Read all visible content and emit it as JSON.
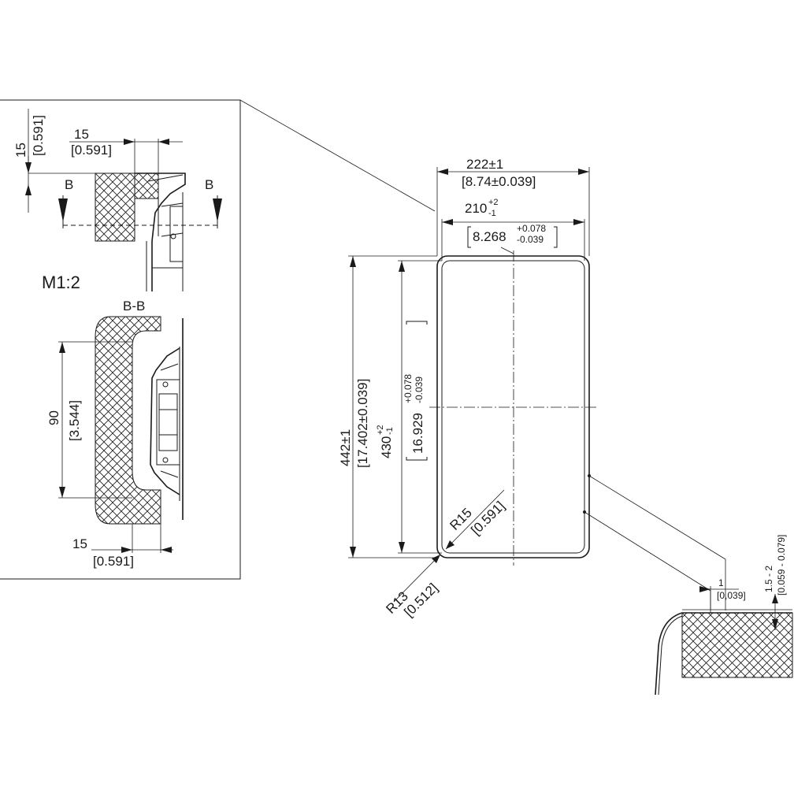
{
  "detail": {
    "scale_label": "M1:2",
    "section_mark": "B",
    "section_label": "B-B",
    "dim_top_vertical": {
      "value": "15",
      "alt": "[0.591]"
    },
    "dim_top_horizontal": {
      "value": "15",
      "alt": "[0.591]"
    },
    "dim_section_height": {
      "value": "90",
      "alt": "[3.544]"
    },
    "dim_section_bottom": {
      "value": "15",
      "alt": "[0.591]"
    }
  },
  "sink": {
    "outer_width": {
      "value": "222±1",
      "alt": "[8.74±0.039]"
    },
    "inner_width": {
      "value": "210",
      "tol_up": "+2",
      "tol_down": "-1",
      "alt_value": "8.268",
      "alt_tol_up": "+0.078",
      "alt_tol_down": "-0.039"
    },
    "outer_length": {
      "value": "442±1",
      "alt": "[17.402±0.039]"
    },
    "inner_length": {
      "value": "430",
      "tol_up": "+2",
      "tol_down": "-1",
      "alt_value": "16.929",
      "alt_tol_up": "+0.078",
      "alt_tol_down": "-0.039"
    },
    "radius_inner": {
      "value": "R15",
      "alt": "[0.591]"
    },
    "radius_outer": {
      "value": "R13",
      "alt": "[0.512]"
    }
  },
  "edge_detail": {
    "gap": {
      "value": "1",
      "alt": "[0,039]"
    },
    "height": {
      "value": "1.5 - 2",
      "alt": "[0.059 - 0.079]"
    }
  }
}
